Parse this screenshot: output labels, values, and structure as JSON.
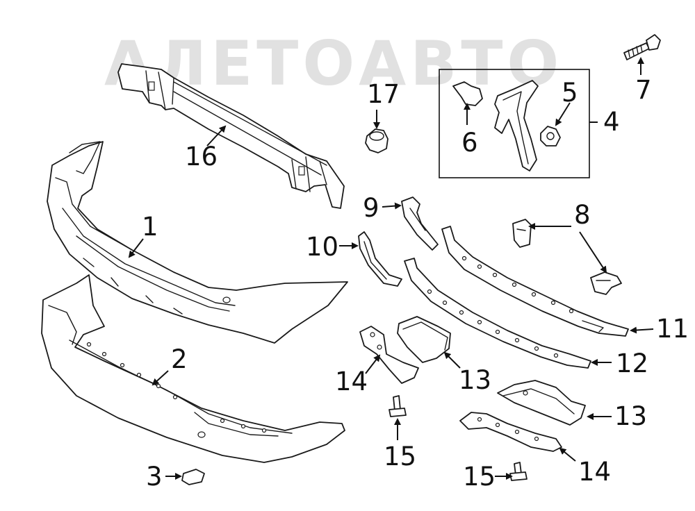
{
  "watermark": {
    "text": "АЛЕТОАВТО"
  },
  "callouts": [
    {
      "id": "c1",
      "label": "1"
    },
    {
      "id": "c2",
      "label": "2"
    },
    {
      "id": "c3",
      "label": "3"
    },
    {
      "id": "c4",
      "label": "4"
    },
    {
      "id": "c5",
      "label": "5"
    },
    {
      "id": "c6",
      "label": "6"
    },
    {
      "id": "c7",
      "label": "7"
    },
    {
      "id": "c8",
      "label": "8"
    },
    {
      "id": "c9",
      "label": "9"
    },
    {
      "id": "c10",
      "label": "10"
    },
    {
      "id": "c11",
      "label": "11"
    },
    {
      "id": "c12",
      "label": "12"
    },
    {
      "id": "c13a",
      "label": "13"
    },
    {
      "id": "c13b",
      "label": "13"
    },
    {
      "id": "c14a",
      "label": "14"
    },
    {
      "id": "c14b",
      "label": "14"
    },
    {
      "id": "c15a",
      "label": "15"
    },
    {
      "id": "c15b",
      "label": "15"
    },
    {
      "id": "c16",
      "label": "16"
    },
    {
      "id": "c17",
      "label": "17"
    }
  ]
}
